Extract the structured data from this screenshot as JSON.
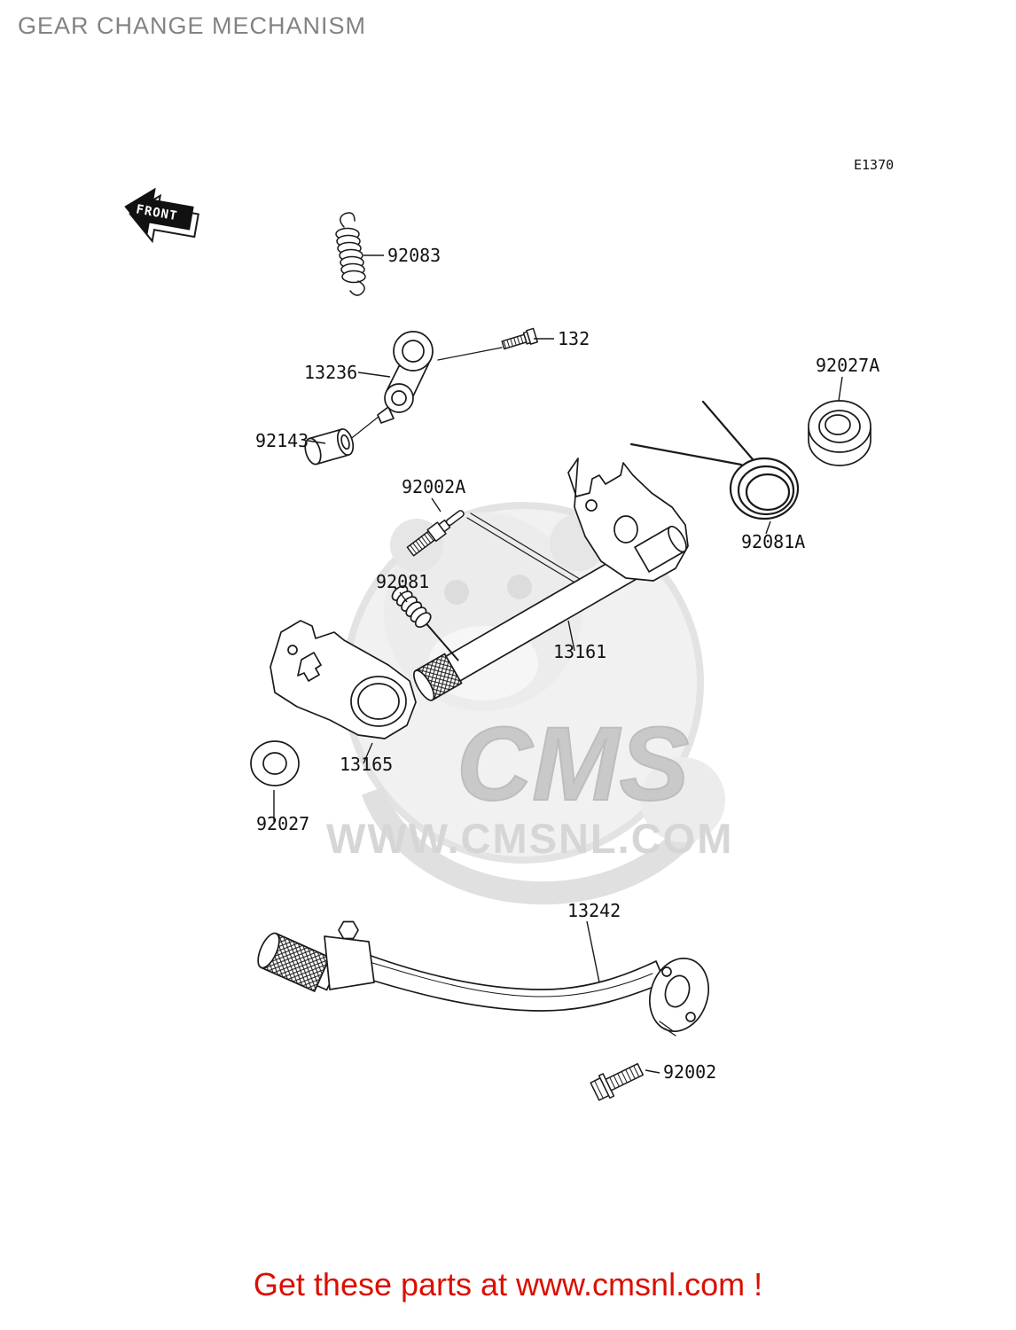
{
  "page": {
    "title": "GEAR CHANGE MECHANISM",
    "diagram_code": "E1370",
    "front_label": "FRONT",
    "footer_text": "Get these parts at www.cmsnl.com !"
  },
  "watermark": {
    "logo": "CMS",
    "url": "WWW.CMSNL.COM"
  },
  "colors": {
    "line": "#1a1a1a",
    "title": "#838383",
    "footer": "#da0f00",
    "watermark_logo": "#c9c9c9",
    "watermark_url": "#d6d6d6"
  },
  "parts": [
    {
      "number": "92083"
    },
    {
      "number": "132"
    },
    {
      "number": "13236"
    },
    {
      "number": "92027A"
    },
    {
      "number": "92143"
    },
    {
      "number": "92002A"
    },
    {
      "number": "92081A"
    },
    {
      "number": "92081"
    },
    {
      "number": "13161"
    },
    {
      "number": "13165"
    },
    {
      "number": "92027"
    },
    {
      "number": "13242"
    },
    {
      "number": "92002"
    }
  ]
}
